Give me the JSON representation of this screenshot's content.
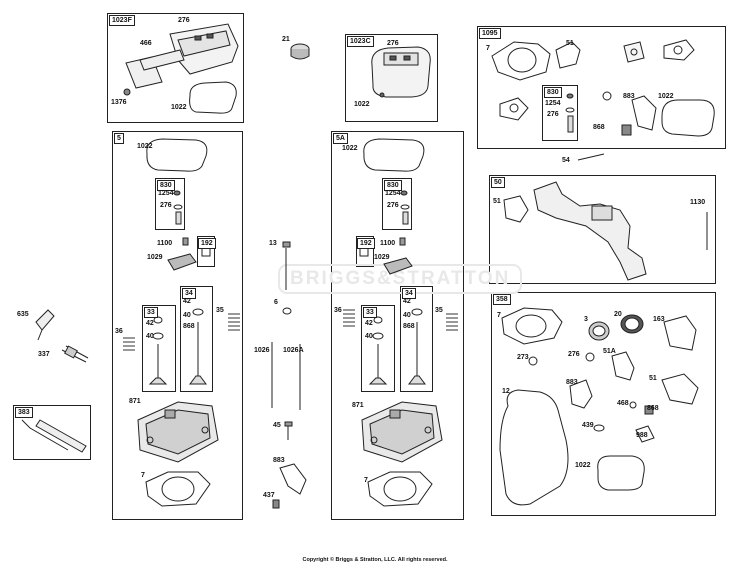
{
  "watermark": "BRIGGS&STRATTON",
  "copyright": "Copyright © Briggs & Stratton, LLC. All rights reserved.",
  "groups": {
    "g1023f": "1023F",
    "g1023c": "1023C",
    "g1095": "1095",
    "g5": "5",
    "g5a": "5A",
    "g50": "50",
    "g358": "358",
    "g383": "383",
    "g830a": "830",
    "g830b": "830",
    "g830c": "830",
    "g192a": "192",
    "g192b": "192",
    "g33a": "33",
    "g33b": "33",
    "g34a": "34",
    "g34b": "34"
  },
  "parts": {
    "p276_a": "276",
    "p466": "466",
    "p1376": "1376",
    "p1022_a": "1022",
    "p21": "21",
    "p276_b": "276",
    "p1022_b": "1022",
    "p7_a": "7",
    "p51_a": "51",
    "p1254_a": "1254",
    "p276_c": "276",
    "p883_a": "883",
    "p1022_c": "1022",
    "p868_a": "868",
    "p1022_d": "1022",
    "p1254_b": "1254",
    "p276_d": "276",
    "p1100_a": "1100",
    "p1029_a": "1029",
    "p42_a": "42",
    "p40_a": "40",
    "p36_a": "36",
    "p42_b": "42",
    "p40_b": "40",
    "p868_b": "868",
    "p35_a": "35",
    "p871_a": "871",
    "p7_b": "7",
    "p635": "635",
    "p337": "337",
    "p13": "13",
    "p6": "6",
    "p1026": "1026",
    "p1026a": "1026A",
    "p45": "45",
    "p883_b": "883",
    "p437": "437",
    "p1022_e": "1022",
    "p1254_c": "1254",
    "p276_e": "276",
    "p1100_b": "1100",
    "p1029_b": "1029",
    "p36_b": "36",
    "p42_c": "42",
    "p40_c": "40",
    "p42_d": "42",
    "p40_d": "40",
    "p868_c": "868",
    "p35_b": "35",
    "p871_b": "871",
    "p7_c": "7",
    "p54": "54",
    "p51_b": "51",
    "p1130": "1130",
    "p7_d": "7",
    "p3": "3",
    "p20": "20",
    "p163": "163",
    "p273": "273",
    "p276_f": "276",
    "p51a": "51A",
    "p12": "12",
    "p883_c": "883",
    "p51_c": "51",
    "p468": "468",
    "p868_d": "868",
    "p439": "439",
    "p988": "988",
    "p1022_f": "1022"
  }
}
